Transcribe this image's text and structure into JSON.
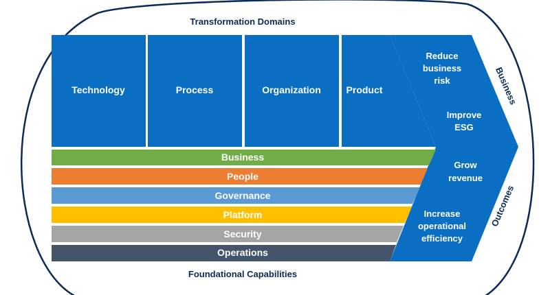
{
  "header": {
    "title": "Transformation Domains"
  },
  "footer": {
    "title": "Foundational Capabilities"
  },
  "domains": [
    {
      "label": "Technology"
    },
    {
      "label": "Process"
    },
    {
      "label": "Organization"
    },
    {
      "label": "Product"
    }
  ],
  "capabilities": [
    {
      "label": "Business",
      "color": "#70ad47"
    },
    {
      "label": "People",
      "color": "#ed7d31"
    },
    {
      "label": "Governance",
      "color": "#5b9bd5"
    },
    {
      "label": "Platform",
      "color": "#ffc000"
    },
    {
      "label": "Security",
      "color": "#a5a5a5"
    },
    {
      "label": "Operations",
      "color": "#44546a"
    }
  ],
  "outcomes": {
    "side_label_top": "Business",
    "side_label_bottom": "Outcomes",
    "items": [
      {
        "line1": "Reduce",
        "line2": "business",
        "line3": "risk"
      },
      {
        "line1": "Improve",
        "line2": "ESG",
        "line3": ""
      },
      {
        "line1": "Grow",
        "line2": "revenue",
        "line3": ""
      },
      {
        "line1": "Increase",
        "line2": "operational",
        "line3": "efficiency"
      }
    ]
  },
  "colors": {
    "domain_blue": "#0a6fc2",
    "outline_navy": "#0b2a57",
    "text_white": "#ffffff"
  }
}
